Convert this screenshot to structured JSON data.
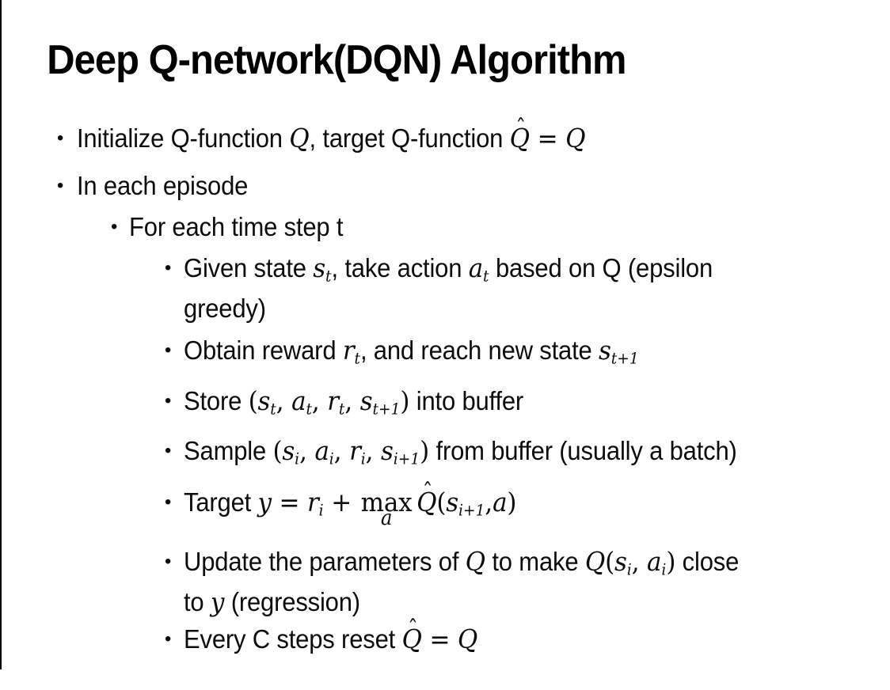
{
  "page": {
    "background": "#ffffff",
    "text_color": "#0d0d0d",
    "left_edge_color": "#000000"
  },
  "title": "Deep Q-network(DQN) Algorithm",
  "bullet_char": "•",
  "hat_char": "ˆ",
  "bullets": [
    {
      "level": 1,
      "segments": [
        {
          "k": "p",
          "t": "Initialize Q-function "
        },
        {
          "k": "m",
          "t": "Q"
        },
        {
          "k": "p",
          "t": ", target Q-function "
        },
        {
          "k": "hat",
          "t": "Q"
        },
        {
          "k": "mu",
          "t": " = "
        },
        {
          "k": "m",
          "t": "Q"
        }
      ]
    },
    {
      "level": 1,
      "segments": [
        {
          "k": "p",
          "t": "In each episode"
        }
      ]
    },
    {
      "level": 2,
      "segments": [
        {
          "k": "p",
          "t": "For each time step t"
        }
      ]
    },
    {
      "level": 3,
      "segments": [
        {
          "k": "p",
          "t": "Given state "
        },
        {
          "k": "m",
          "t": "s"
        },
        {
          "k": "sub",
          "t": "t"
        },
        {
          "k": "p",
          "t": ", take action "
        },
        {
          "k": "m",
          "t": "a"
        },
        {
          "k": "sub",
          "t": "t"
        },
        {
          "k": "p",
          "t": " based on Q (epsilon"
        },
        {
          "k": "br"
        },
        {
          "k": "p",
          "t": "greedy)"
        }
      ]
    },
    {
      "level": 3,
      "segments": [
        {
          "k": "p",
          "t": "Obtain reward "
        },
        {
          "k": "m",
          "t": "r"
        },
        {
          "k": "sub",
          "t": "t"
        },
        {
          "k": "p",
          "t": ", and reach new state "
        },
        {
          "k": "m",
          "t": "s"
        },
        {
          "k": "sub",
          "t": "t+1"
        }
      ]
    },
    {
      "level": 3,
      "segments": [
        {
          "k": "p",
          "t": "Store "
        },
        {
          "k": "mu",
          "t": "("
        },
        {
          "k": "m",
          "t": "s"
        },
        {
          "k": "sub",
          "t": "t"
        },
        {
          "k": "mu",
          "t": ", "
        },
        {
          "k": "m",
          "t": "a"
        },
        {
          "k": "sub",
          "t": "t"
        },
        {
          "k": "mu",
          "t": ", "
        },
        {
          "k": "m",
          "t": "r"
        },
        {
          "k": "sub",
          "t": "t"
        },
        {
          "k": "mu",
          "t": ", "
        },
        {
          "k": "m",
          "t": "s"
        },
        {
          "k": "sub",
          "t": "t+1"
        },
        {
          "k": "mu",
          "t": ")"
        },
        {
          "k": "p",
          "t": " into buffer"
        }
      ]
    },
    {
      "level": 3,
      "segments": [
        {
          "k": "p",
          "t": "Sample "
        },
        {
          "k": "mu",
          "t": "("
        },
        {
          "k": "m",
          "t": "s"
        },
        {
          "k": "sub",
          "t": "i"
        },
        {
          "k": "mu",
          "t": ", "
        },
        {
          "k": "m",
          "t": "a"
        },
        {
          "k": "sub",
          "t": "i"
        },
        {
          "k": "mu",
          "t": ", "
        },
        {
          "k": "m",
          "t": "r"
        },
        {
          "k": "sub",
          "t": "i"
        },
        {
          "k": "mu",
          "t": ", "
        },
        {
          "k": "m",
          "t": "s"
        },
        {
          "k": "sub",
          "t": "i+1"
        },
        {
          "k": "mu",
          "t": ")"
        },
        {
          "k": "p",
          "t": " from buffer (usually a batch)"
        }
      ]
    },
    {
      "level": 3,
      "segments": [
        {
          "k": "p",
          "t": "Target "
        },
        {
          "k": "m",
          "t": "y"
        },
        {
          "k": "mu",
          "t": " = "
        },
        {
          "k": "m",
          "t": "r"
        },
        {
          "k": "sub",
          "t": "i"
        },
        {
          "k": "mu",
          "t": " + "
        },
        {
          "k": "max",
          "t": "max",
          "under": "a"
        },
        {
          "k": "hat",
          "t": "Q"
        },
        {
          "k": "mu",
          "t": "("
        },
        {
          "k": "m",
          "t": "s"
        },
        {
          "k": "sub",
          "t": "i+1"
        },
        {
          "k": "mu",
          "t": ","
        },
        {
          "k": "m",
          "t": "a"
        },
        {
          "k": "mu",
          "t": ")"
        }
      ]
    },
    {
      "level": 3,
      "segments": [
        {
          "k": "p",
          "t": "Update the parameters of "
        },
        {
          "k": "m",
          "t": "Q"
        },
        {
          "k": "p",
          "t": " to make "
        },
        {
          "k": "m",
          "t": "Q"
        },
        {
          "k": "mu",
          "t": "("
        },
        {
          "k": "m",
          "t": "s"
        },
        {
          "k": "sub",
          "t": "i"
        },
        {
          "k": "mu",
          "t": ", "
        },
        {
          "k": "m",
          "t": "a"
        },
        {
          "k": "sub",
          "t": "i"
        },
        {
          "k": "mu",
          "t": ")"
        },
        {
          "k": "p",
          "t": " close"
        },
        {
          "k": "br"
        },
        {
          "k": "p",
          "t": "to "
        },
        {
          "k": "m",
          "t": "y"
        },
        {
          "k": "p",
          "t": " (regression)"
        }
      ]
    },
    {
      "level": 3,
      "segments": [
        {
          "k": "p",
          "t": "Every C steps reset "
        },
        {
          "k": "hat",
          "t": "Q"
        },
        {
          "k": "mu",
          "t": " = "
        },
        {
          "k": "m",
          "t": "Q"
        }
      ]
    }
  ]
}
